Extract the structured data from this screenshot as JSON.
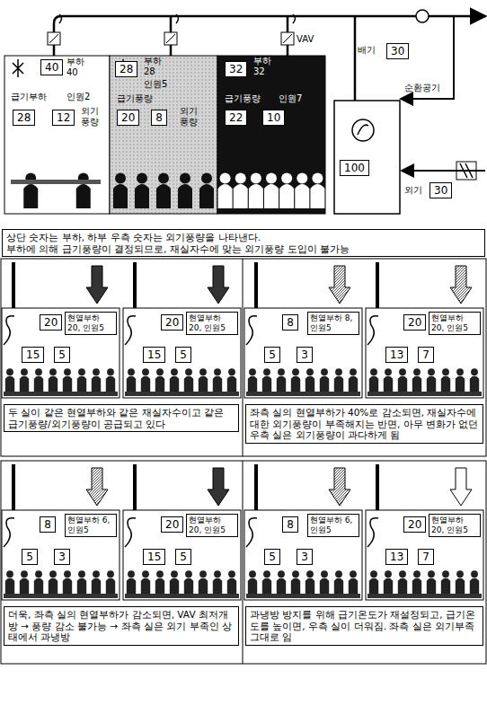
{
  "diagram": {
    "nodes": [
      {
        "text": [
          "40"
        ]
      },
      {
        "text": [
          "28"
        ]
      },
      {
        "text": [
          "12"
        ]
      },
      {
        "text": [
          "28"
        ]
      },
      {
        "text": [
          "20"
        ]
      },
      {
        "text": [
          "8"
        ]
      },
      {
        "text": [
          "32"
        ]
      },
      {
        "text": [
          "22"
        ]
      },
      {
        "text": [
          "10"
        ]
      },
      {
        "text": [
          "30"
        ]
      },
      {
        "text": [
          "100"
        ]
      },
      {
        "text": [
          "30"
        ]
      },
      {
        "text": [
          "상단 숫자는 부하, 하부 우측 숫자는 외기풍량을 나타낸다.",
          "부하에 의해 급기풍량이 결정되므로, 재실자수에 맞는 외기풍량 도입이 불가능"
        ]
      },
      {
        "text": [
          "20"
        ]
      },
      {
        "text": [
          "현열부하 20, 인원5"
        ]
      },
      {
        "text": [
          "15"
        ]
      },
      {
        "text": [
          "5"
        ]
      },
      {
        "text": [
          "20"
        ]
      },
      {
        "text": [
          "현열부하 20, 인원5"
        ]
      },
      {
        "text": [
          "15"
        ]
      },
      {
        "text": [
          "5"
        ]
      },
      {
        "text": [
          "8"
        ]
      },
      {
        "text": [
          "현열부하 8, 인원5"
        ]
      },
      {
        "text": [
          "5"
        ]
      },
      {
        "text": [
          "3"
        ]
      },
      {
        "text": [
          "20"
        ]
      },
      {
        "text": [
          "현열부하 20, 인원5"
        ]
      },
      {
        "text": [
          "13"
        ]
      },
      {
        "text": [
          "7"
        ]
      },
      {
        "text": [
          "두 실이 같은 현열부하와 같은 재실자수이고 같은 급기풍량/외기풍량이 공급되고 있다"
        ]
      },
      {
        "text": [
          "좌측 실의 현열부하가 40%로 감소되면, 재실자수에 대한 외기풍량이 부족해지는 반면, 아무 변화가 없던 우측 실은 외기풍량이 과다하게 됨"
        ]
      },
      {
        "text": [
          "8"
        ]
      },
      {
        "text": [
          "현열부하 6, 인원5"
        ]
      },
      {
        "text": [
          "5"
        ]
      },
      {
        "text": [
          "3"
        ]
      },
      {
        "text": [
          "20"
        ]
      },
      {
        "text": [
          "현열부하 20, 인원5"
        ]
      },
      {
        "text": [
          "15"
        ]
      },
      {
        "text": [
          "5"
        ]
      },
      {
        "text": [
          "8"
        ]
      },
      {
        "text": [
          "현열부하 6, 인원5"
        ]
      },
      {
        "text": [
          "5"
        ]
      },
      {
        "text": [
          "3"
        ]
      },
      {
        "text": [
          "20"
        ]
      },
      {
        "text": [
          "현열부하 20, 인원5"
        ]
      },
      {
        "text": [
          "13"
        ]
      },
      {
        "text": [
          "7"
        ]
      },
      {
        "text": [
          "더욱, 좌측 실의 현열부하가 감소되면, VAV 최저개방 → 풍량 감소 불가능 → 좌측 실은 외기 부족인 상태에서 과냉방"
        ]
      },
      {
        "text": [
          "과냉방 방지를 위해 급기온도가 재설정되고, 급기온도를 높이면, 우측 실이 더워짐. 좌측 실은 외기부족 그대로 임"
        ]
      }
    ],
    "labels": [
      "VAV",
      "부하 40",
      "급기부하",
      "인원2",
      "외기풍량",
      "부하 28",
      "인원5",
      "급기풍량",
      "외기풍량",
      "부하 32",
      "급기풍량",
      "인원7",
      "배기",
      "순환공기",
      "외기"
    ]
  }
}
